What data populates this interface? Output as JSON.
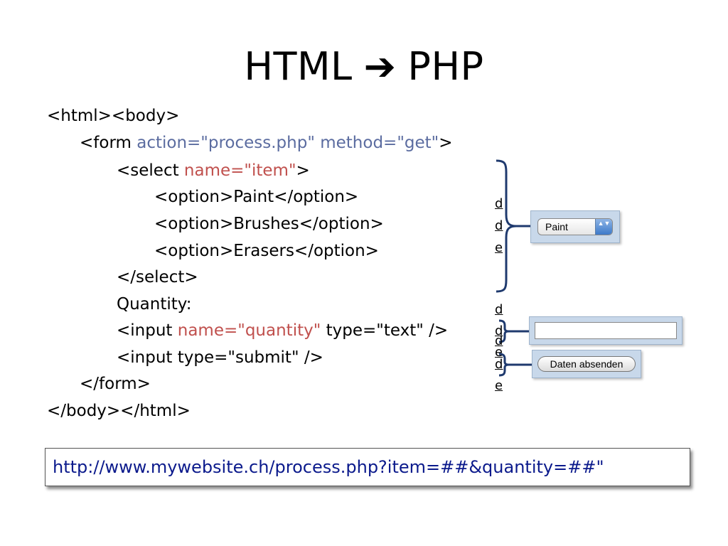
{
  "title": {
    "left": "HTML",
    "arrow": "➔",
    "right": "PHP"
  },
  "code": {
    "l1": "<html><body>",
    "l2_a": "<form ",
    "l2_b": "action=\"process.php\" method=\"get\"",
    "l2_c": ">",
    "l3_a": "<select ",
    "l3_b": "name=\"item\"",
    "l3_c": ">",
    "l4": "<option>Paint</option>",
    "l5": "<option>Brushes</option>",
    "l6": "<option>Erasers</option>",
    "l7": "</select>",
    "l8": "Quantity:",
    "l9_a": "<input ",
    "l9_b": "name=\"quantity\"",
    "l9_c": " type=\"text\" />",
    "l10": "<input type=\"submit\" />",
    "l11": "</form>",
    "l12": "</body></html>"
  },
  "glyphs": {
    "d": "d",
    "e": "e"
  },
  "widgets": {
    "select_value": "Paint",
    "select_arrows": "▲▼",
    "submit_label": "Daten absenden"
  },
  "url": "http://www.mywebsite.ch/process.php?item=##&quantity=##\"",
  "colors": {
    "attr_blue": "#5b6ca0",
    "attr_red": "#c0504d",
    "bracket": "#1f3a6e",
    "url": "#0b1a8c"
  }
}
